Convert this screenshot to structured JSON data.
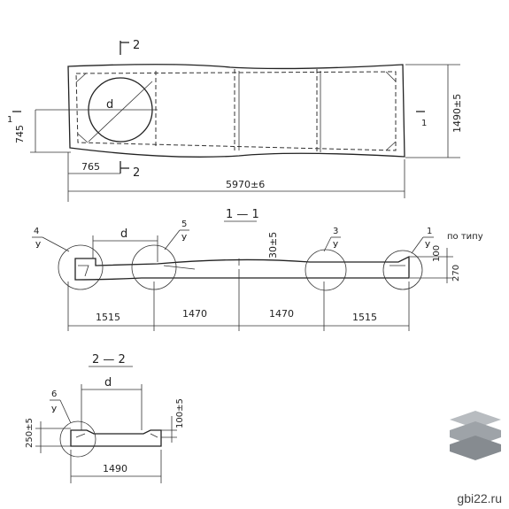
{
  "plan": {
    "section_mark_top": "2",
    "section_mark_bottom": "2",
    "hole_label": "d",
    "dim_left_offset": "765",
    "dim_left_height": "745",
    "dim_total_length": "5970±6",
    "dim_width": "1490±5",
    "side_mark_left": "1",
    "side_mark_right": "1"
  },
  "section_1_1": {
    "title": "1 — 1",
    "hole_label": "d",
    "node_4": "4",
    "node_5": "5",
    "node_3": "3",
    "node_1": "1",
    "sheet_mark": "У",
    "mid_dim": "30±5",
    "note": "по типу",
    "dim_100": "100",
    "dim_270": "270",
    "spans": [
      "1515",
      "1470",
      "1470",
      "1515"
    ]
  },
  "section_2_2": {
    "title": "2 — 2",
    "hole_label": "d",
    "node_6": "6",
    "sheet_mark": "У",
    "dim_250": "250±5",
    "dim_100": "100±5",
    "dim_width": "1490"
  },
  "watermark": {
    "site": "gbi22.ru",
    "logo_colors": [
      "#b8bcc0",
      "#9ea3a8",
      "#868b90"
    ]
  }
}
